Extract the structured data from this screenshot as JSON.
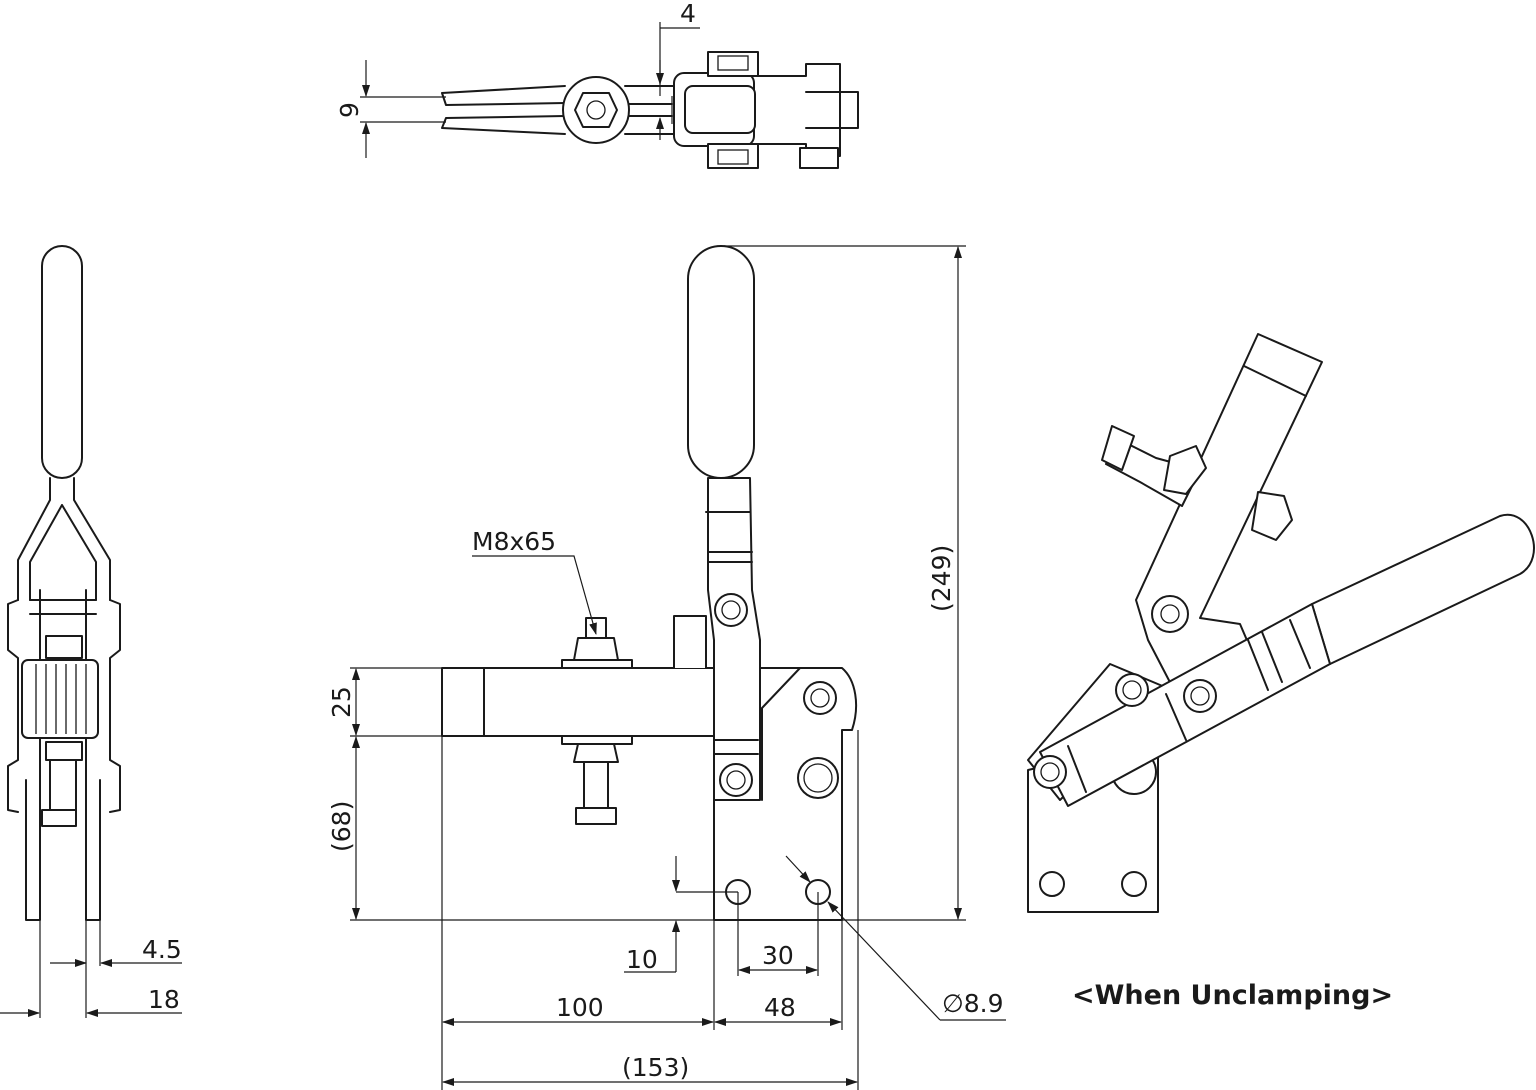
{
  "dimensions": {
    "top_gap": "4",
    "top_slot": "9",
    "bolt_size": "M8x65",
    "overall_height": "(249)",
    "arm_height": "25",
    "base_height": "(68)",
    "hole_offset": "10",
    "hole_spacing": "30",
    "hole_diameter": "∅8.9",
    "arm_length": "100",
    "base_width": "48",
    "overall_length": "(153)",
    "side_thickness": "4.5",
    "side_width": "18"
  },
  "caption": "<When Unclamping>",
  "colors": {
    "line": "#1a1a1a",
    "background": "#ffffff"
  }
}
